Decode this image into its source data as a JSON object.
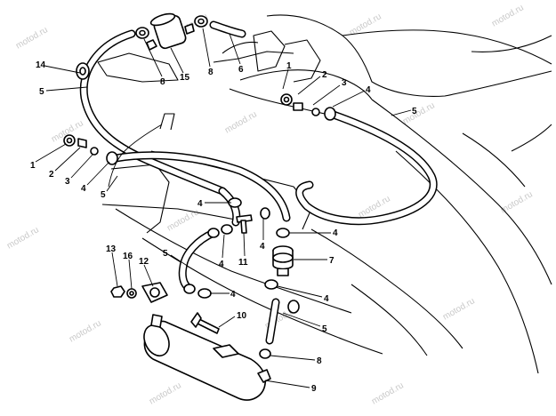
{
  "watermark": "motod.ru",
  "callouts": [
    {
      "id": "c-1-left",
      "text": "1"
    },
    {
      "id": "c-2-left",
      "text": "2"
    },
    {
      "id": "c-3-left",
      "text": "3"
    },
    {
      "id": "c-4-left",
      "text": "4"
    },
    {
      "id": "c-14",
      "text": "14"
    },
    {
      "id": "c-5-topleft",
      "text": "5"
    },
    {
      "id": "c-5-midleft",
      "text": "5"
    },
    {
      "id": "c-8-top-left",
      "text": "8"
    },
    {
      "id": "c-15",
      "text": "15"
    },
    {
      "id": "c-8-top-mid",
      "text": "8"
    },
    {
      "id": "c-6",
      "text": "6"
    },
    {
      "id": "c-1-right",
      "text": "1"
    },
    {
      "id": "c-2-right",
      "text": "2"
    },
    {
      "id": "c-3-right",
      "text": "3"
    },
    {
      "id": "c-4-right",
      "text": "4"
    },
    {
      "id": "c-5-right",
      "text": "5"
    },
    {
      "id": "c-4-clamp-a",
      "text": "4"
    },
    {
      "id": "c-4-clamp-b",
      "text": "4"
    },
    {
      "id": "c-4-clamp-c",
      "text": "4"
    },
    {
      "id": "c-4-clamp-d",
      "text": "4"
    },
    {
      "id": "c-11",
      "text": "11"
    },
    {
      "id": "c-7",
      "text": "7"
    },
    {
      "id": "c-5-lower",
      "text": "5"
    },
    {
      "id": "c-4-lower-left",
      "text": "4"
    },
    {
      "id": "c-4-lower-right",
      "text": "4"
    },
    {
      "id": "c-13",
      "text": "13"
    },
    {
      "id": "c-16",
      "text": "16"
    },
    {
      "id": "c-12",
      "text": "12"
    },
    {
      "id": "c-10",
      "text": "10"
    },
    {
      "id": "c-5-bottom",
      "text": "5"
    },
    {
      "id": "c-8-bottom",
      "text": "8"
    },
    {
      "id": "c-9",
      "text": "9"
    }
  ]
}
